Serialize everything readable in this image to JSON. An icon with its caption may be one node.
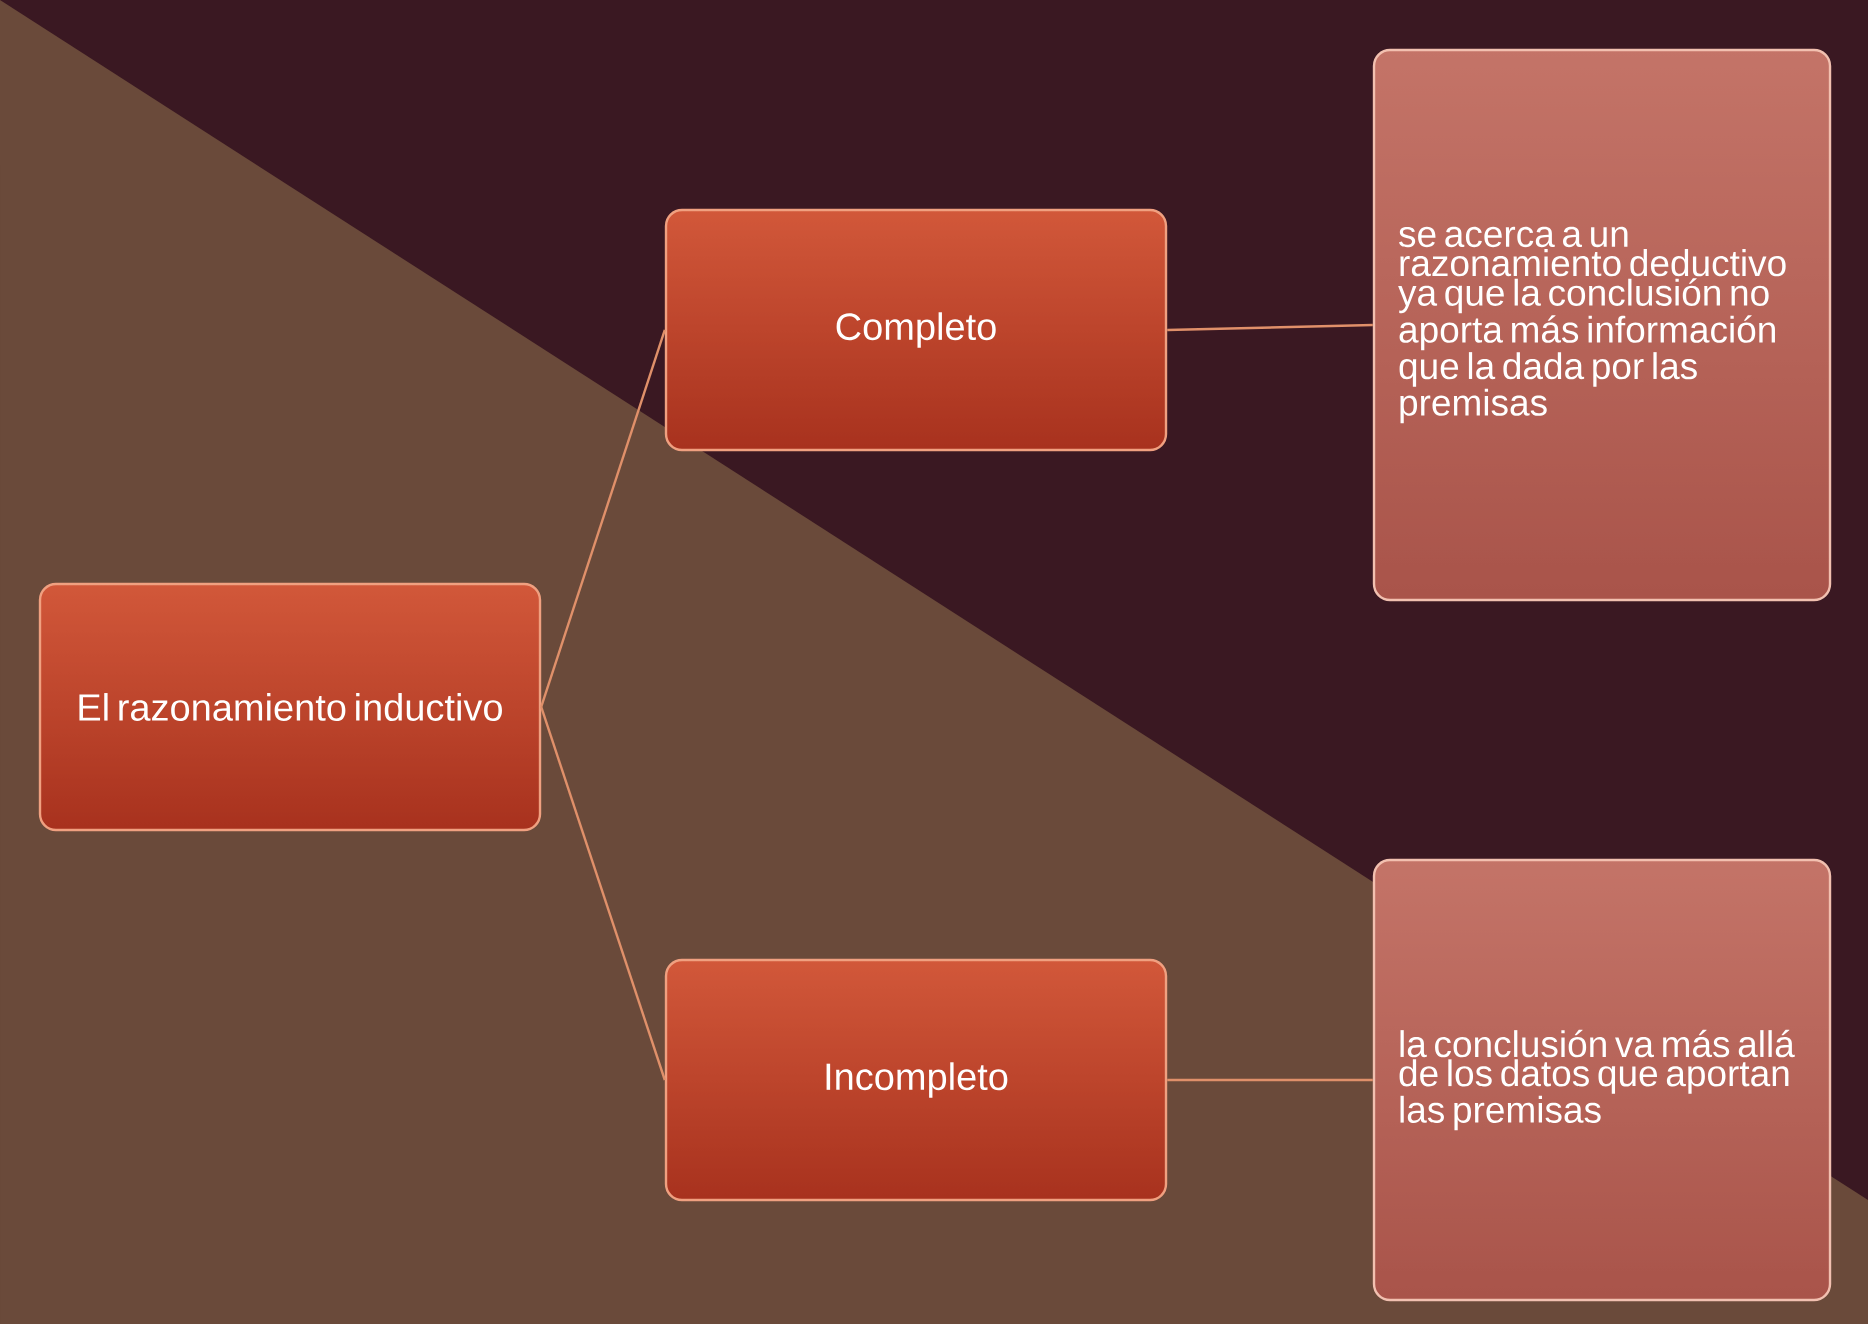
{
  "diagram": {
    "nodes": [
      {
        "text": [
          "El razonamiento inductivo"
        ]
      },
      {
        "text": [
          "Completo"
        ]
      },
      {
        "text": [
          "Incompleto"
        ]
      },
      {
        "text": [
          "se acerca a un razonamiento deductivo  ya que la conclusión no aporta más información que la dada por las premisas"
        ]
      },
      {
        "text": [
          "la conclusión va más allá de los datos que aportan las premisas"
        ]
      }
    ],
    "edges": [
      {
        "from": 0,
        "to": 1,
        "arrow": "none"
      },
      {
        "from": 0,
        "to": 2,
        "arrow": "none"
      },
      {
        "from": 1,
        "to": 3,
        "arrow": "none"
      },
      {
        "from": 2,
        "to": 4,
        "arrow": "none"
      }
    ]
  }
}
